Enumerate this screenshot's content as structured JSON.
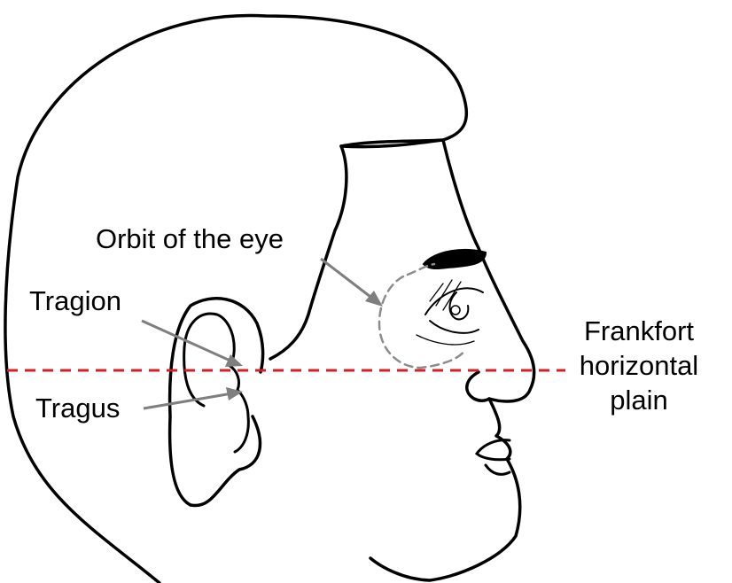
{
  "labels": {
    "orbit": "Orbit of the eye",
    "tragion": "Tragion",
    "tragus": "Tragus",
    "frankfort_line1": "Frankfort",
    "frankfort_line2": "horizontal",
    "frankfort_line3": "plain"
  },
  "colors": {
    "outline": "#000000",
    "reference_line": "#d42020",
    "pointer": "#7f7f7f",
    "orbit_outline": "#8c8c8c"
  }
}
